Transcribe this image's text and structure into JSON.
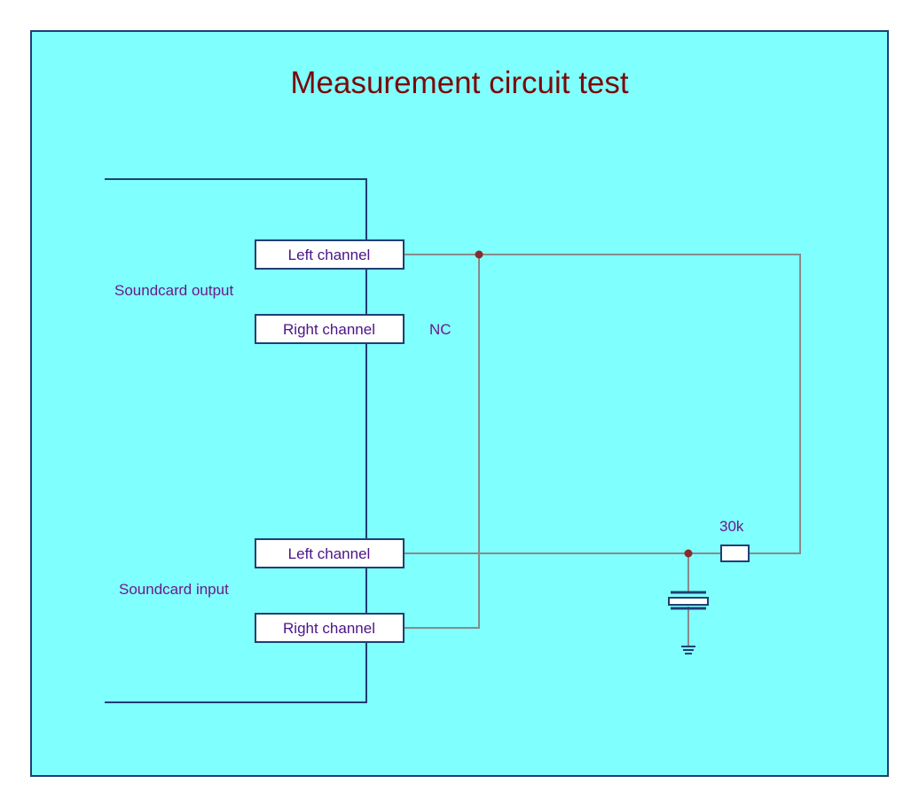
{
  "title": "Measurement circuit test",
  "labels": {
    "soundcard_output": "Soundcard output",
    "soundcard_input": "Soundcard input",
    "nc": "NC",
    "resistor_value": "30k"
  },
  "channels": {
    "output_left": "Left channel",
    "output_right": "Right channel",
    "input_left": "Left channel",
    "input_right": "Right channel"
  },
  "colors": {
    "background": "#80ffff",
    "panel_border": "#1f3f73",
    "title": "#7a0a0a",
    "label_text": "#6a1a8a",
    "wire_dark": "#1f3f73",
    "wire_gray": "#8a8a8a",
    "junction": "#8b2a2a"
  }
}
